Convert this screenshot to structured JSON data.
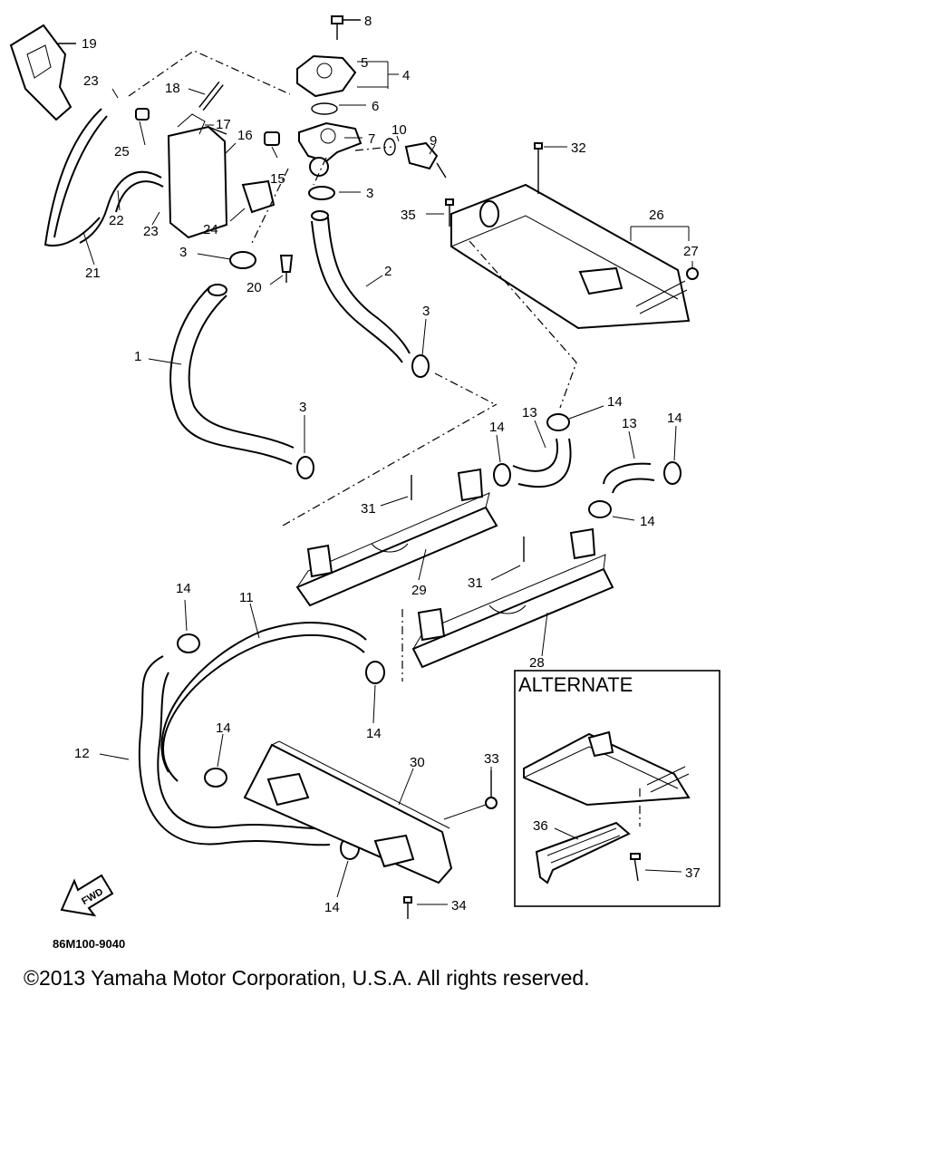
{
  "diagram": {
    "callouts": {
      "n1": "1",
      "n2": "2",
      "n3a": "3",
      "n3b": "3",
      "n3c": "3",
      "n3d": "3",
      "n4": "4",
      "n5": "5",
      "n6": "6",
      "n7": "7",
      "n8": "8",
      "n9": "9",
      "n10": "10",
      "n11": "11",
      "n12": "12",
      "n13a": "13",
      "n13b": "13",
      "n14a": "14",
      "n14b": "14",
      "n14c": "14",
      "n14d": "14",
      "n14e": "14",
      "n14f": "14",
      "n14g": "14",
      "n14h": "14",
      "n15": "15",
      "n16": "16",
      "n17": "17",
      "n18": "18",
      "n19": "19",
      "n20": "20",
      "n21": "21",
      "n22": "22",
      "n23a": "23",
      "n23b": "23",
      "n24": "24",
      "n25": "25",
      "n26": "26",
      "n27": "27",
      "n28": "28",
      "n29": "29",
      "n30": "30",
      "n31a": "31",
      "n31b": "31",
      "n32": "32",
      "n33": "33",
      "n34": "34",
      "n35": "35",
      "n36": "36",
      "n37": "37"
    },
    "alternate_label": "ALTERNATE",
    "fwd_label": "FWD",
    "reference_code": "86M100-9040"
  },
  "footer": {
    "copyright": "©2013 Yamaha Motor Corporation, U.S.A. All rights reserved."
  }
}
